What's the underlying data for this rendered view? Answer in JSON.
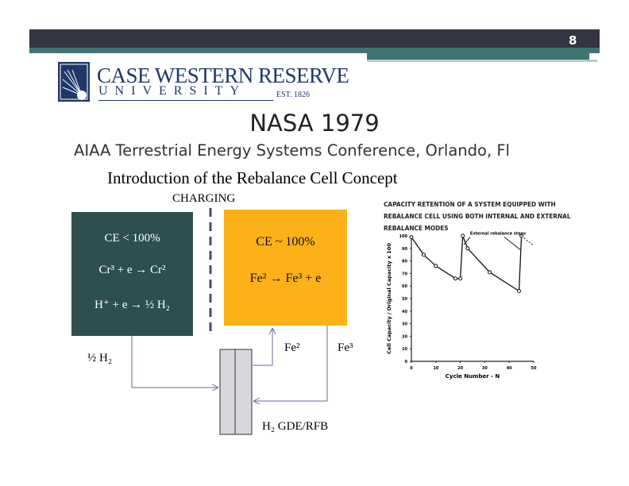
{
  "slide_number": "8",
  "logo": {
    "name": "CASE WESTERN RESERVE",
    "sub": "UNIVERSITY",
    "est": "EST. 1826"
  },
  "title": "NASA 1979",
  "subtitle": "AIAA Terrestrial Energy Systems Conference, Orlando, Fl",
  "heading": "Introduction of the Rebalance Cell Concept",
  "diagram": {
    "charging_label": "CHARGING",
    "left_box": {
      "line1": "CE < 100%",
      "line2": "Cr³ + e → Cr²",
      "line3": "H⁺  +  e → ½ H₂"
    },
    "right_box": {
      "line1": "CE ~ 100%",
      "line2": "Fe² → Fe³  +  e"
    },
    "h2_label": "½ H₂",
    "fe2_label": "Fe²",
    "fe3_label": "Fe³",
    "device_label": "H₂ GDE/RFB"
  },
  "chart_data": {
    "type": "line",
    "title": "CAPACITY RETENTION OF A SYSTEM EQUIPPED WITH REBALANCE CELL USING BOTH INTERNAL AND EXTERNAL REBALANCE MODES",
    "xlabel": "Cycle Number - N",
    "ylabel": "Cell Capacity / Original Capacity x 100",
    "xlim": [
      0,
      50
    ],
    "ylim": [
      0,
      100
    ],
    "xticks": [
      0,
      10,
      20,
      30,
      40,
      50
    ],
    "yticks": [
      0,
      10,
      20,
      30,
      40,
      50,
      60,
      70,
      80,
      90,
      100
    ],
    "annotation": "External rebalance steps",
    "series": [
      {
        "name": "capacity",
        "x": [
          0,
          5,
          10,
          18,
          20,
          21,
          23,
          32,
          44,
          45
        ],
        "y": [
          99,
          85,
          76,
          66,
          66,
          100,
          90,
          71,
          56,
          100
        ]
      }
    ]
  }
}
